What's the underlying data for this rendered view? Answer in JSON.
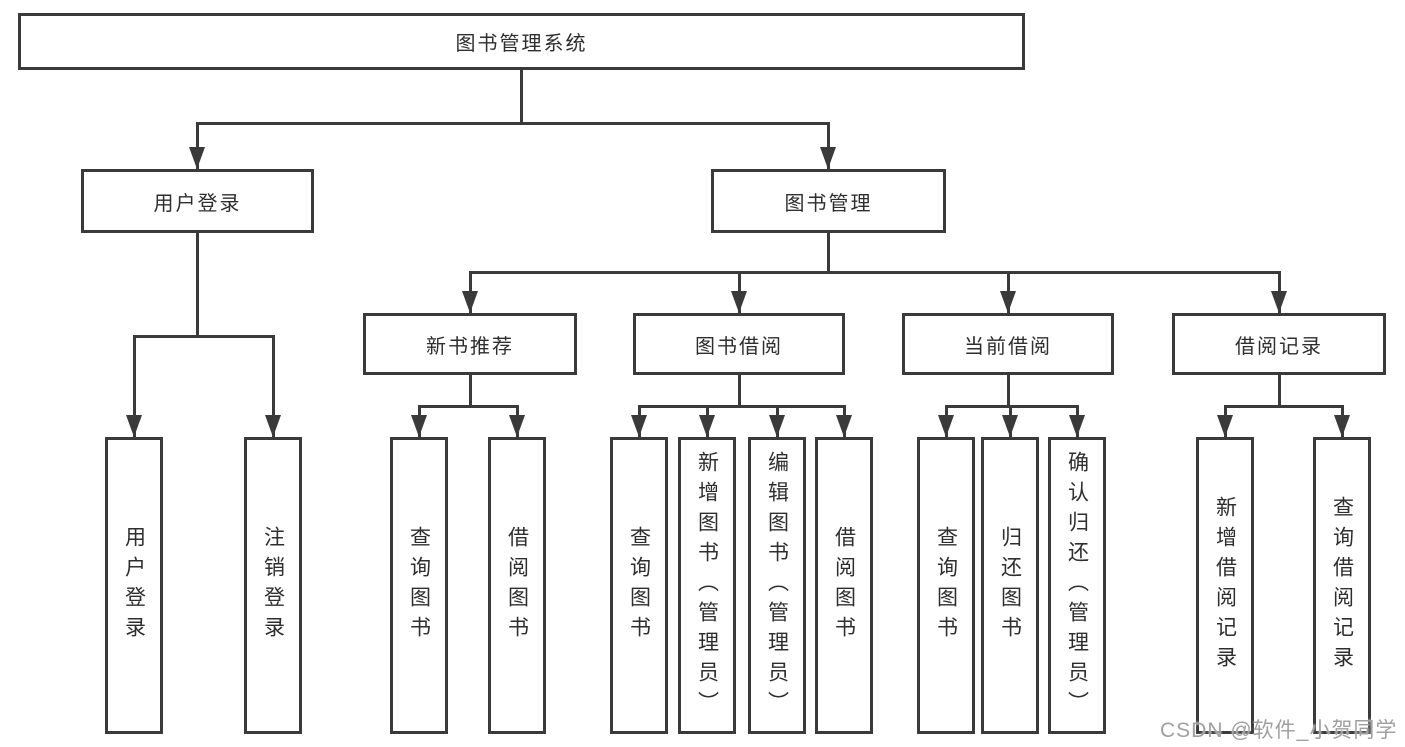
{
  "tree": {
    "root": "图书管理系统",
    "login_branch": {
      "label": "用户登录",
      "children": [
        "用户登录",
        "注销登录"
      ]
    },
    "mgmt_branch": {
      "label": "图书管理",
      "groups": [
        {
          "label": "新书推荐",
          "children": [
            "查询图书",
            "借阅图书"
          ]
        },
        {
          "label": "图书借阅",
          "children": [
            "查询图书",
            "新增图书（管理员）",
            "编辑图书（管理员）",
            "借阅图书"
          ]
        },
        {
          "label": "当前借阅",
          "children": [
            "查询图书",
            "归还图书",
            "确认归还（管理员）"
          ]
        },
        {
          "label": "借阅记录",
          "children": [
            "新增借阅记录",
            "查询借阅记录"
          ]
        }
      ]
    }
  },
  "watermark": "CSDN @软件_小贺同学",
  "colors": {
    "line": "#3a3a3a",
    "box_border": "#3a3a3a",
    "box_fill": "#ffffff",
    "text": "#2e2e2e",
    "background": "#ffffff",
    "watermark": "#a0a0a0"
  }
}
